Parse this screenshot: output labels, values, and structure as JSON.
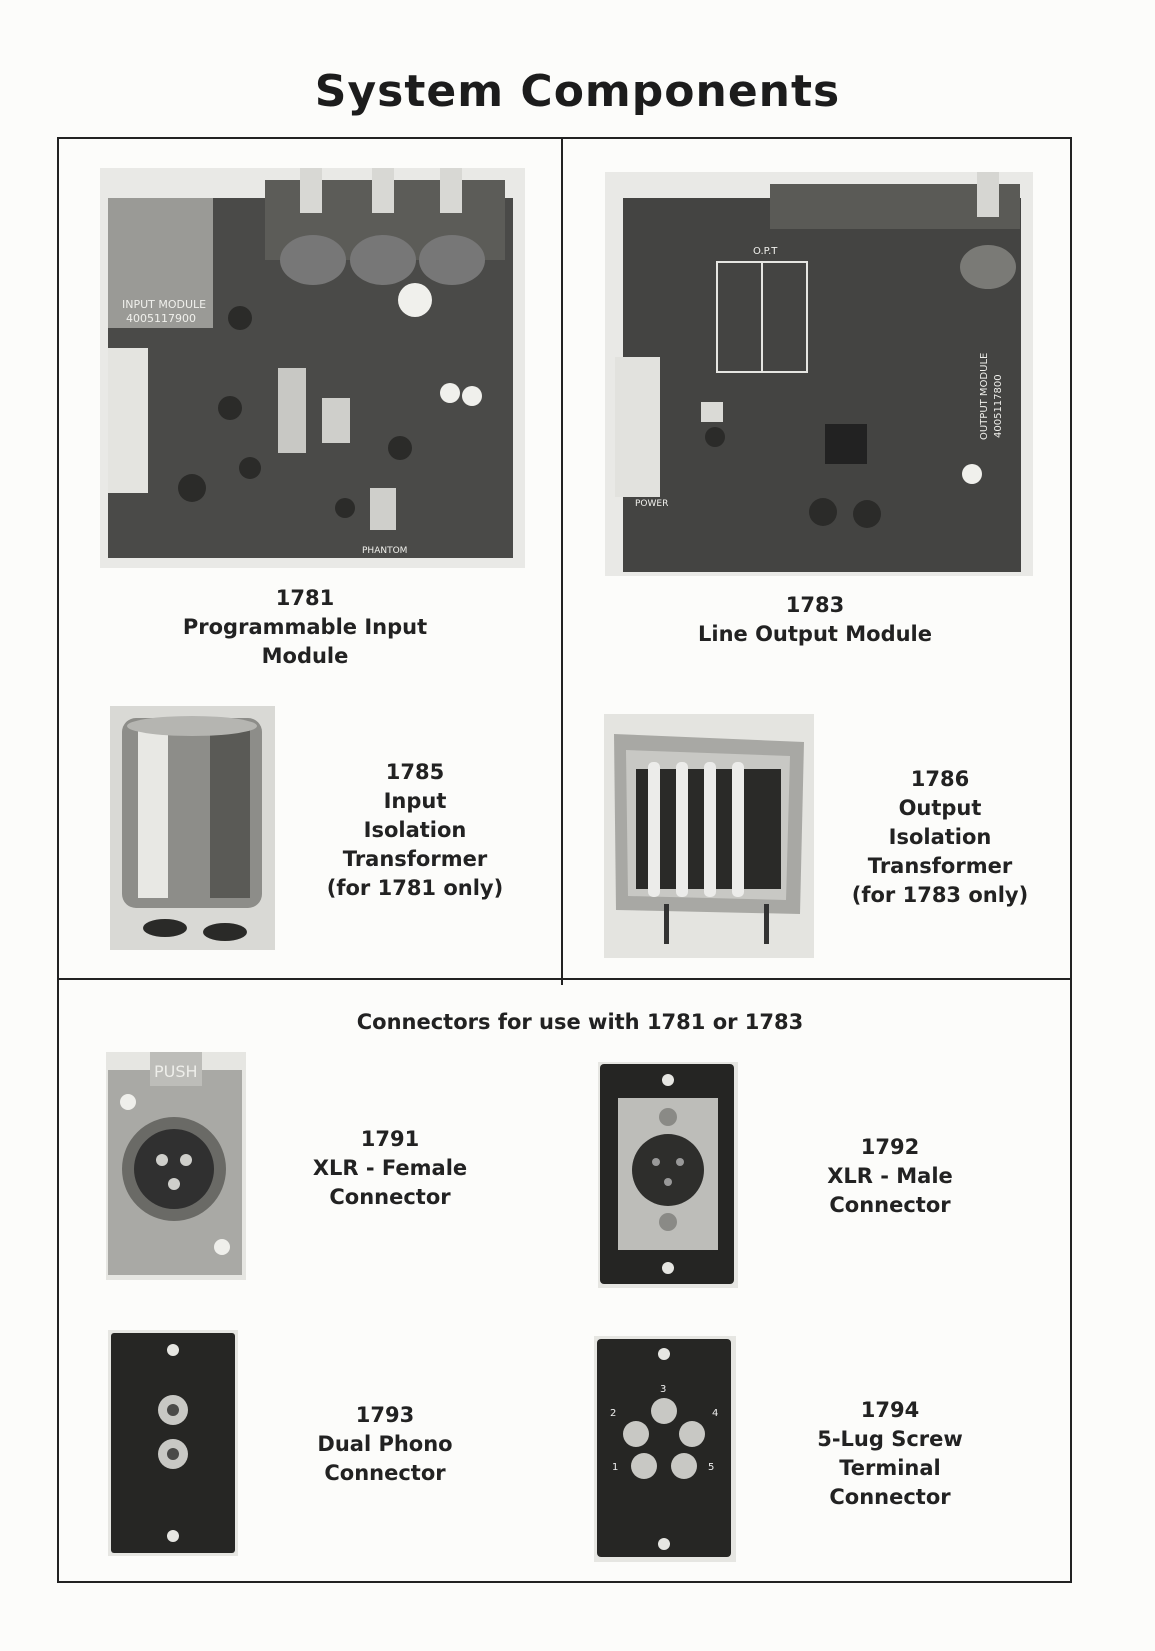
{
  "page": {
    "title": "System Components"
  },
  "items": [
    {
      "number": "1781",
      "lines": [
        "Programmable Input Module"
      ]
    },
    {
      "number": "1783",
      "lines": [
        "Line Output Module"
      ]
    },
    {
      "number": "1785",
      "lines": [
        "Input",
        "Isolation",
        "Transformer",
        "(for 1781 only)"
      ]
    },
    {
      "number": "1786",
      "lines": [
        "Output",
        "Isolation",
        "Transformer",
        "(for 1783 only)"
      ]
    },
    {
      "number": "1791",
      "lines": [
        "XLR - Female",
        "Connector"
      ]
    },
    {
      "number": "1792",
      "lines": [
        "XLR - Male",
        "Connector"
      ]
    },
    {
      "number": "1793",
      "lines": [
        "Dual Phono",
        "Connector"
      ]
    },
    {
      "number": "1794",
      "lines": [
        "5-Lug Screw",
        "Terminal",
        "Connector"
      ]
    }
  ],
  "connectors_heading": "Connectors for use with 1781 or 1783",
  "photo_labels": {
    "input_module": [
      "INPUT MODULE",
      "4005117900"
    ],
    "output_module": [
      "OUTPUT MODULE",
      "4005117800"
    ],
    "power": "POWER",
    "opt": "O.P.T",
    "phantom": "PHANTOM",
    "push": "PUSH",
    "lug_numbers": [
      "1",
      "2",
      "3",
      "4",
      "5"
    ]
  }
}
